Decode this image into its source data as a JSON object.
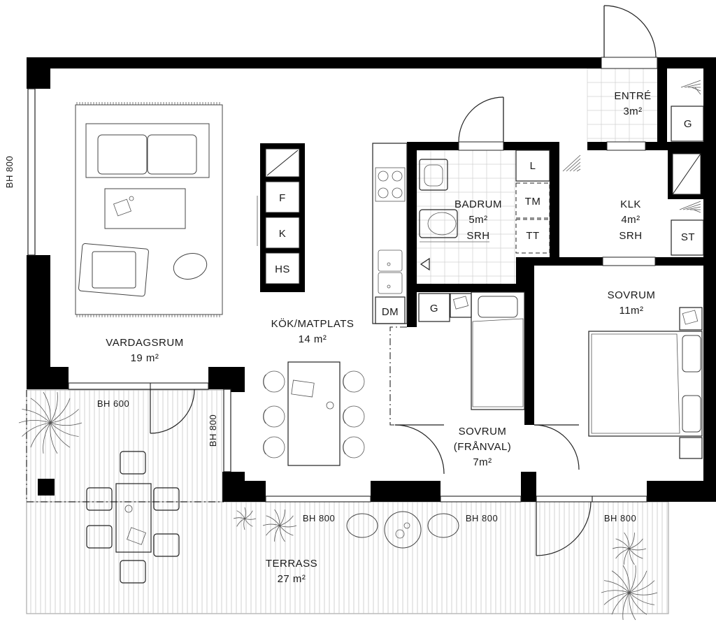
{
  "rooms": {
    "vardagsrum": {
      "name": "VARDAGSRUM",
      "area": "19 m²"
    },
    "kok": {
      "name": "KÖK/MATPLATS",
      "area": "14 m²"
    },
    "badrum": {
      "name": "BADRUM",
      "area": "5m²",
      "note": "SRH"
    },
    "entre": {
      "name": "ENTRÉ",
      "area": "3m²"
    },
    "klk": {
      "name": "KLK",
      "area": "4m²",
      "note": "SRH"
    },
    "sovrum_large": {
      "name": "SOVRUM",
      "area": "11m²"
    },
    "sovrum_small": {
      "name": "SOVRUM",
      "sub": "(FRÅNVAL)",
      "area": "7m²"
    },
    "terrass": {
      "name": "TERRASS",
      "area": "27 m²"
    }
  },
  "appliances": {
    "f": "F",
    "k": "K",
    "hs": "HS",
    "dm": "DM",
    "l": "L",
    "tm": "TM",
    "tt": "TT",
    "g_entre": "G",
    "g_sovrum": "G",
    "st": "ST"
  },
  "window_heights": {
    "left": "BH 800",
    "balcony": "BH 600",
    "balcony_side": "BH 800",
    "terrace_1": "BH 800",
    "terrace_2": "BH 800",
    "terrace_3": "BH 800"
  }
}
